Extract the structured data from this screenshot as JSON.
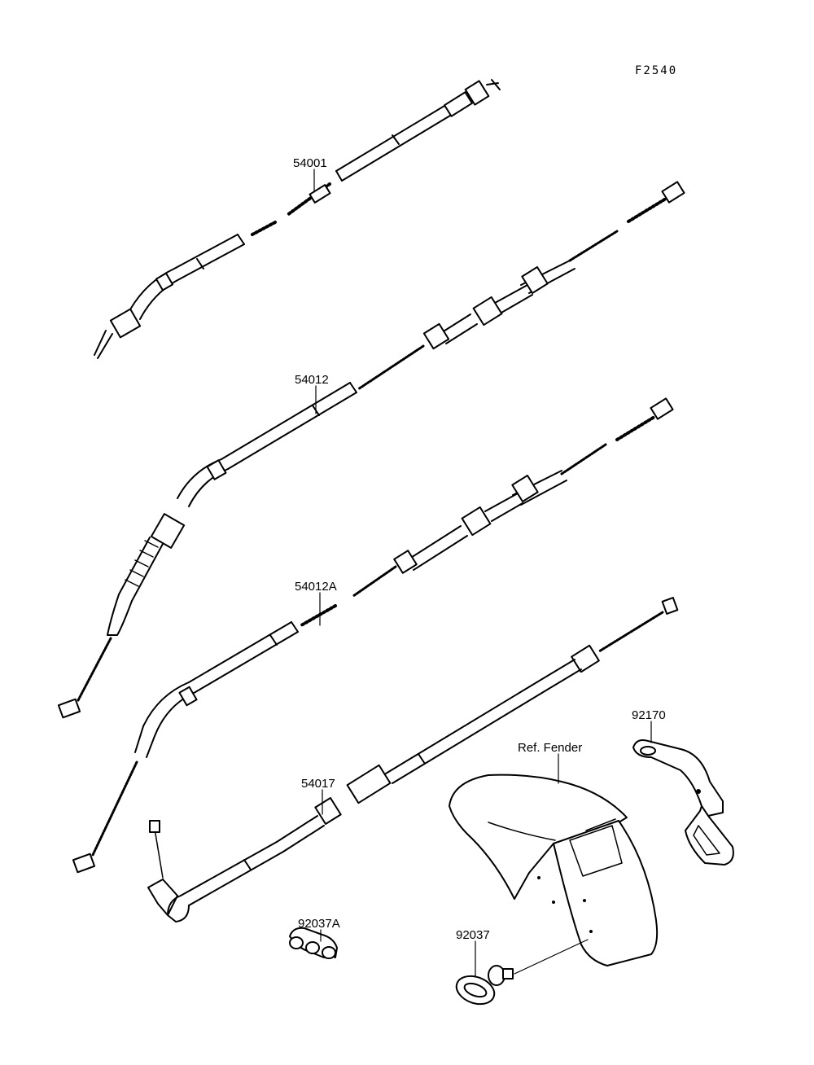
{
  "figure_code": "F2540",
  "labels": {
    "p54001": "54001",
    "p54012": "54012",
    "p54012A": "54012A",
    "p54017": "54017",
    "p92037A": "92037A",
    "p92037": "92037",
    "p92170": "92170",
    "ref_fender": "Ref. Fender"
  }
}
